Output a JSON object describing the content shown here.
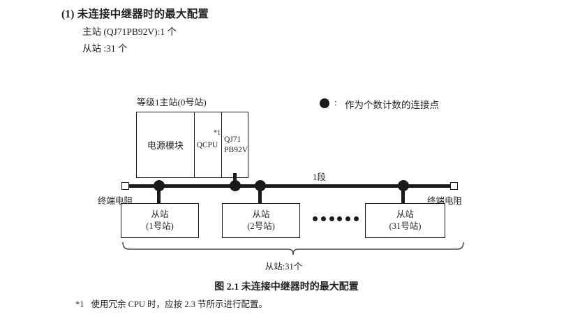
{
  "heading": {
    "number": "(1)",
    "title": "未连接中继器时的最大配置",
    "spec_master": "主站 (QJ71PB92V):1 个",
    "spec_slave": "从站 :31 个"
  },
  "legend": {
    "icon": "filled-circle",
    "separator": ":",
    "text": "作为个数计数的连接点"
  },
  "diagram": {
    "master": {
      "label": "等级1主站(0号站)",
      "cells": [
        {
          "name": "power-module",
          "text": "电源模块"
        },
        {
          "name": "cpu-module",
          "text": "QCPU",
          "note": "*1"
        },
        {
          "name": "network-module",
          "line1": "QJ71",
          "line2": "PB92V"
        }
      ]
    },
    "bus": {
      "segment_label": "1段",
      "terminator_left": "终端电阻",
      "terminator_right": "终端电阻"
    },
    "slaves": [
      {
        "title": "从站",
        "station": "(1号站)"
      },
      {
        "title": "从站",
        "station": "(2号站)"
      },
      {
        "title": "从站",
        "station": "(31号站)"
      }
    ],
    "ellipsis_count": 6,
    "brace_label": "从站:31个"
  },
  "figure_caption": "图 2.1  未连接中继器时的最大配置",
  "footnote": {
    "mark": "*1",
    "text": "使用冗余 CPU 时，应按 2.3 节所示进行配置。"
  },
  "colors": {
    "ink": "#231f20",
    "line": "#1a1a1a",
    "paper": "#ffffff"
  }
}
